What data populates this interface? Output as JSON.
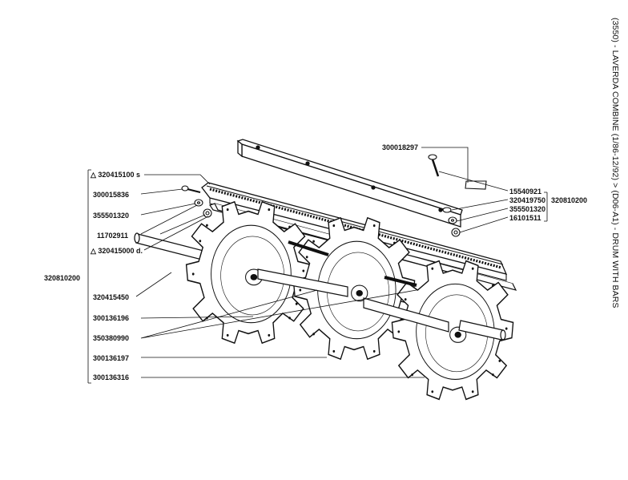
{
  "title": "(3550) - LAVERDA COMBINE (1/86-12/92) > (D06-A1) - DRUM WITH BARS",
  "parts": {
    "p320415100": "△ 320415100 s",
    "p300015836": "300015836",
    "p355501320_l": "355501320",
    "p11702911": "11702911",
    "p320415000": "△ 320415000 d.",
    "p320810200_l": "320810200",
    "p320415450": "320415450",
    "p300136196": "300136196",
    "p350380990": "350380990",
    "p300136197": "300136197",
    "p300136316": "300136316",
    "p300018297": "300018297",
    "p15540921": "15540921",
    "p320419750": "320419750",
    "p320810200_r": "320810200",
    "p355501320_r": "355501320",
    "p16101511": "16101511"
  }
}
